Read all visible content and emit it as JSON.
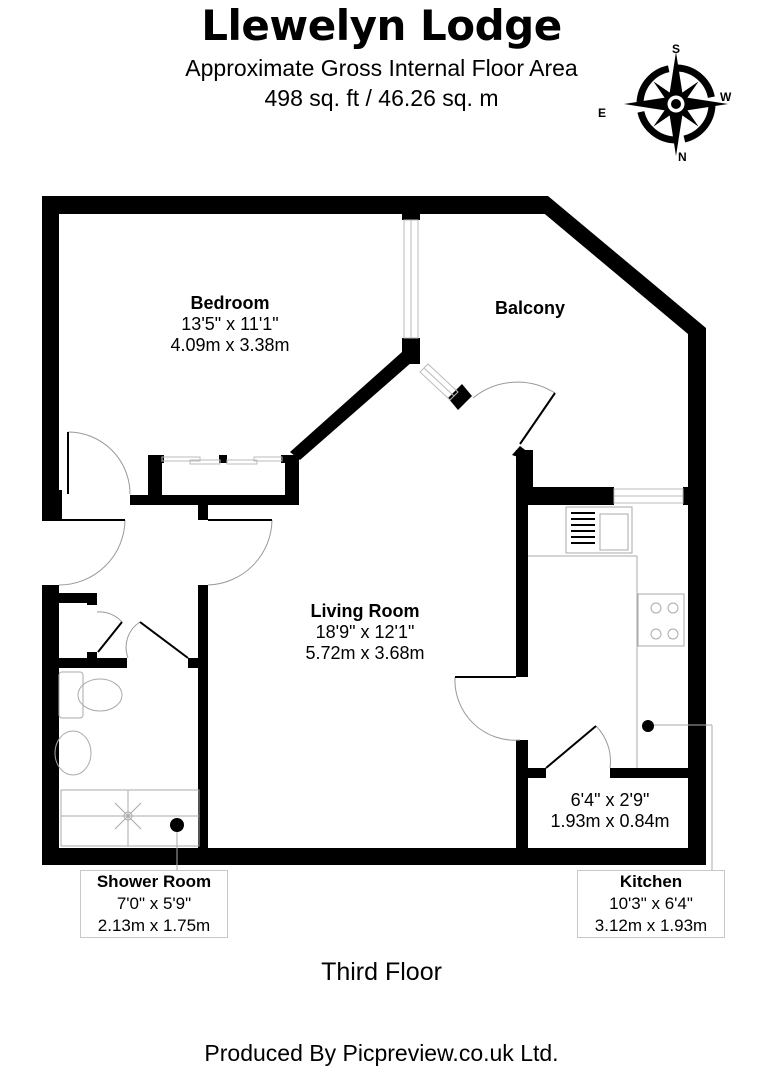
{
  "header": {
    "title": "Llewelyn Lodge",
    "subtitle": "Approximate Gross Internal Floor Area",
    "area": "498 sq. ft / 46.26 sq. m"
  },
  "compass": {
    "icon": "compass-rose-icon",
    "top": "S",
    "right": "W",
    "left": "E",
    "bottom": "N"
  },
  "rooms": {
    "bedroom": {
      "name": "Bedroom",
      "imperial": "13'5\" x 11'1\"",
      "metric": "4.09m x 3.38m"
    },
    "balcony": {
      "name": "Balcony"
    },
    "living_room": {
      "name": "Living Room",
      "imperial": "18'9\" x 12'1\"",
      "metric": "5.72m x 3.68m"
    },
    "store": {
      "imperial": "6'4\" x 2'9\"",
      "metric": "1.93m x 0.84m"
    },
    "shower_room": {
      "name": "Shower Room",
      "imperial": "7'0\" x 5'9\"",
      "metric": "2.13m x 1.75m"
    },
    "kitchen": {
      "name": "Kitchen",
      "imperial": "10'3\" x 6'4\"",
      "metric": "3.12m x 1.93m"
    }
  },
  "floor": {
    "name": "Third Floor"
  },
  "footer": {
    "credit": "Produced By Picpreview.co.uk Ltd."
  }
}
